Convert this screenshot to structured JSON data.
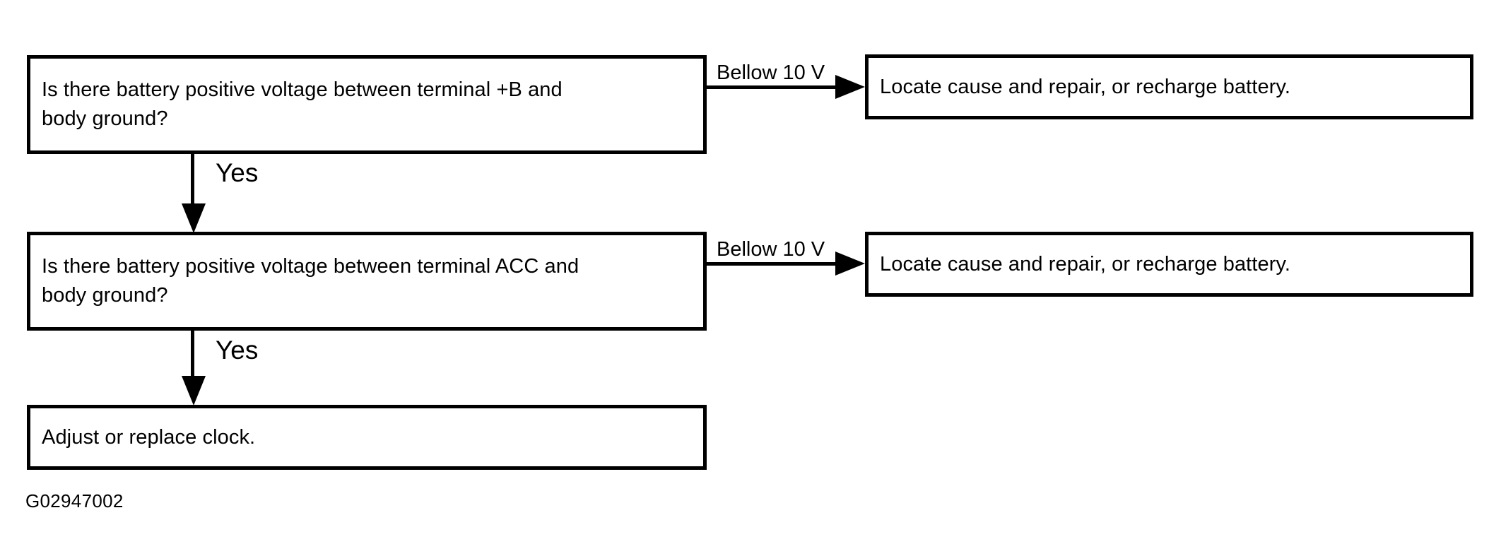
{
  "figure": {
    "id_label": "G02947002",
    "type": "troubleshooting-flowchart",
    "background_color": "#ffffff",
    "line_color": "#000000"
  },
  "nodes": {
    "question_1": {
      "text": "Is there battery positive voltage between terminal +B and\nbody ground?"
    },
    "question_2": {
      "text": "Is there battery positive voltage between terminal ACC and\nbody ground?"
    },
    "result_1": {
      "text": "Locate cause and repair, or recharge battery."
    },
    "result_2": {
      "text": "Locate cause and repair, or recharge battery."
    },
    "terminal": {
      "text": "Adjust or replace clock."
    }
  },
  "edges": {
    "q1_to_result1": {
      "label": "Bellow 10 V",
      "direction": "right"
    },
    "q2_to_result2": {
      "label": "Bellow 10 V",
      "direction": "right"
    },
    "q1_to_q2": {
      "label": "Yes",
      "direction": "down"
    },
    "q2_to_terminal": {
      "label": "Yes",
      "direction": "down"
    }
  }
}
